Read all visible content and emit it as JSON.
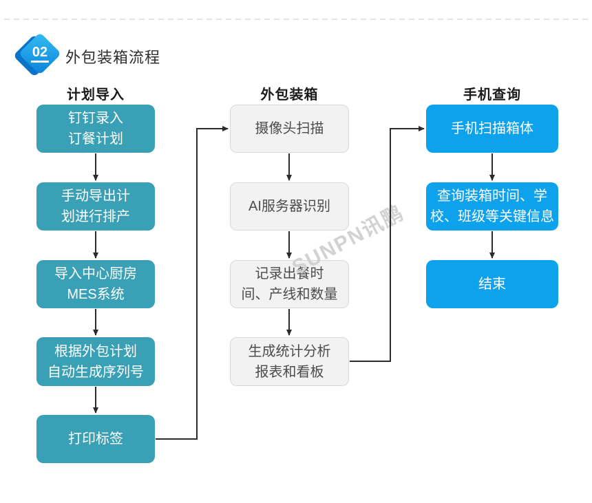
{
  "section": {
    "number": "02",
    "title": "外包装箱流程"
  },
  "watermark": "SUNPN讯鹏",
  "colors": {
    "teal_box": "#3aa0b5",
    "blue_box": "#0fa2ec",
    "gray_box_fill": "#f2f2f2",
    "gray_box_border": "#d9d9d9",
    "badge_gradient_start": "#33bdf4",
    "badge_gradient_end": "#0d82da",
    "connector": "#2b2b2b",
    "watermark_gray": "#d2d2d2"
  },
  "columns": [
    {
      "header": "计划导入",
      "style": "teal",
      "steps": [
        "钉钉录入\n订餐计划",
        "手动导出计\n划进行排产",
        "导入中心厨房\nMES系统",
        "根据外包计划\n自动生成序列号",
        "打印标签"
      ]
    },
    {
      "header": "外包装箱",
      "style": "gray",
      "steps": [
        "摄像头扫描",
        "AI服务器识别",
        "记录出餐时\n间、产线和数量",
        "生成统计分析\n报表和看板"
      ]
    },
    {
      "header": "手机查询",
      "style": "blue",
      "steps": [
        "手机扫描箱体",
        "查询装箱时间、学\n校、班级等关键信息",
        "结束"
      ]
    }
  ]
}
